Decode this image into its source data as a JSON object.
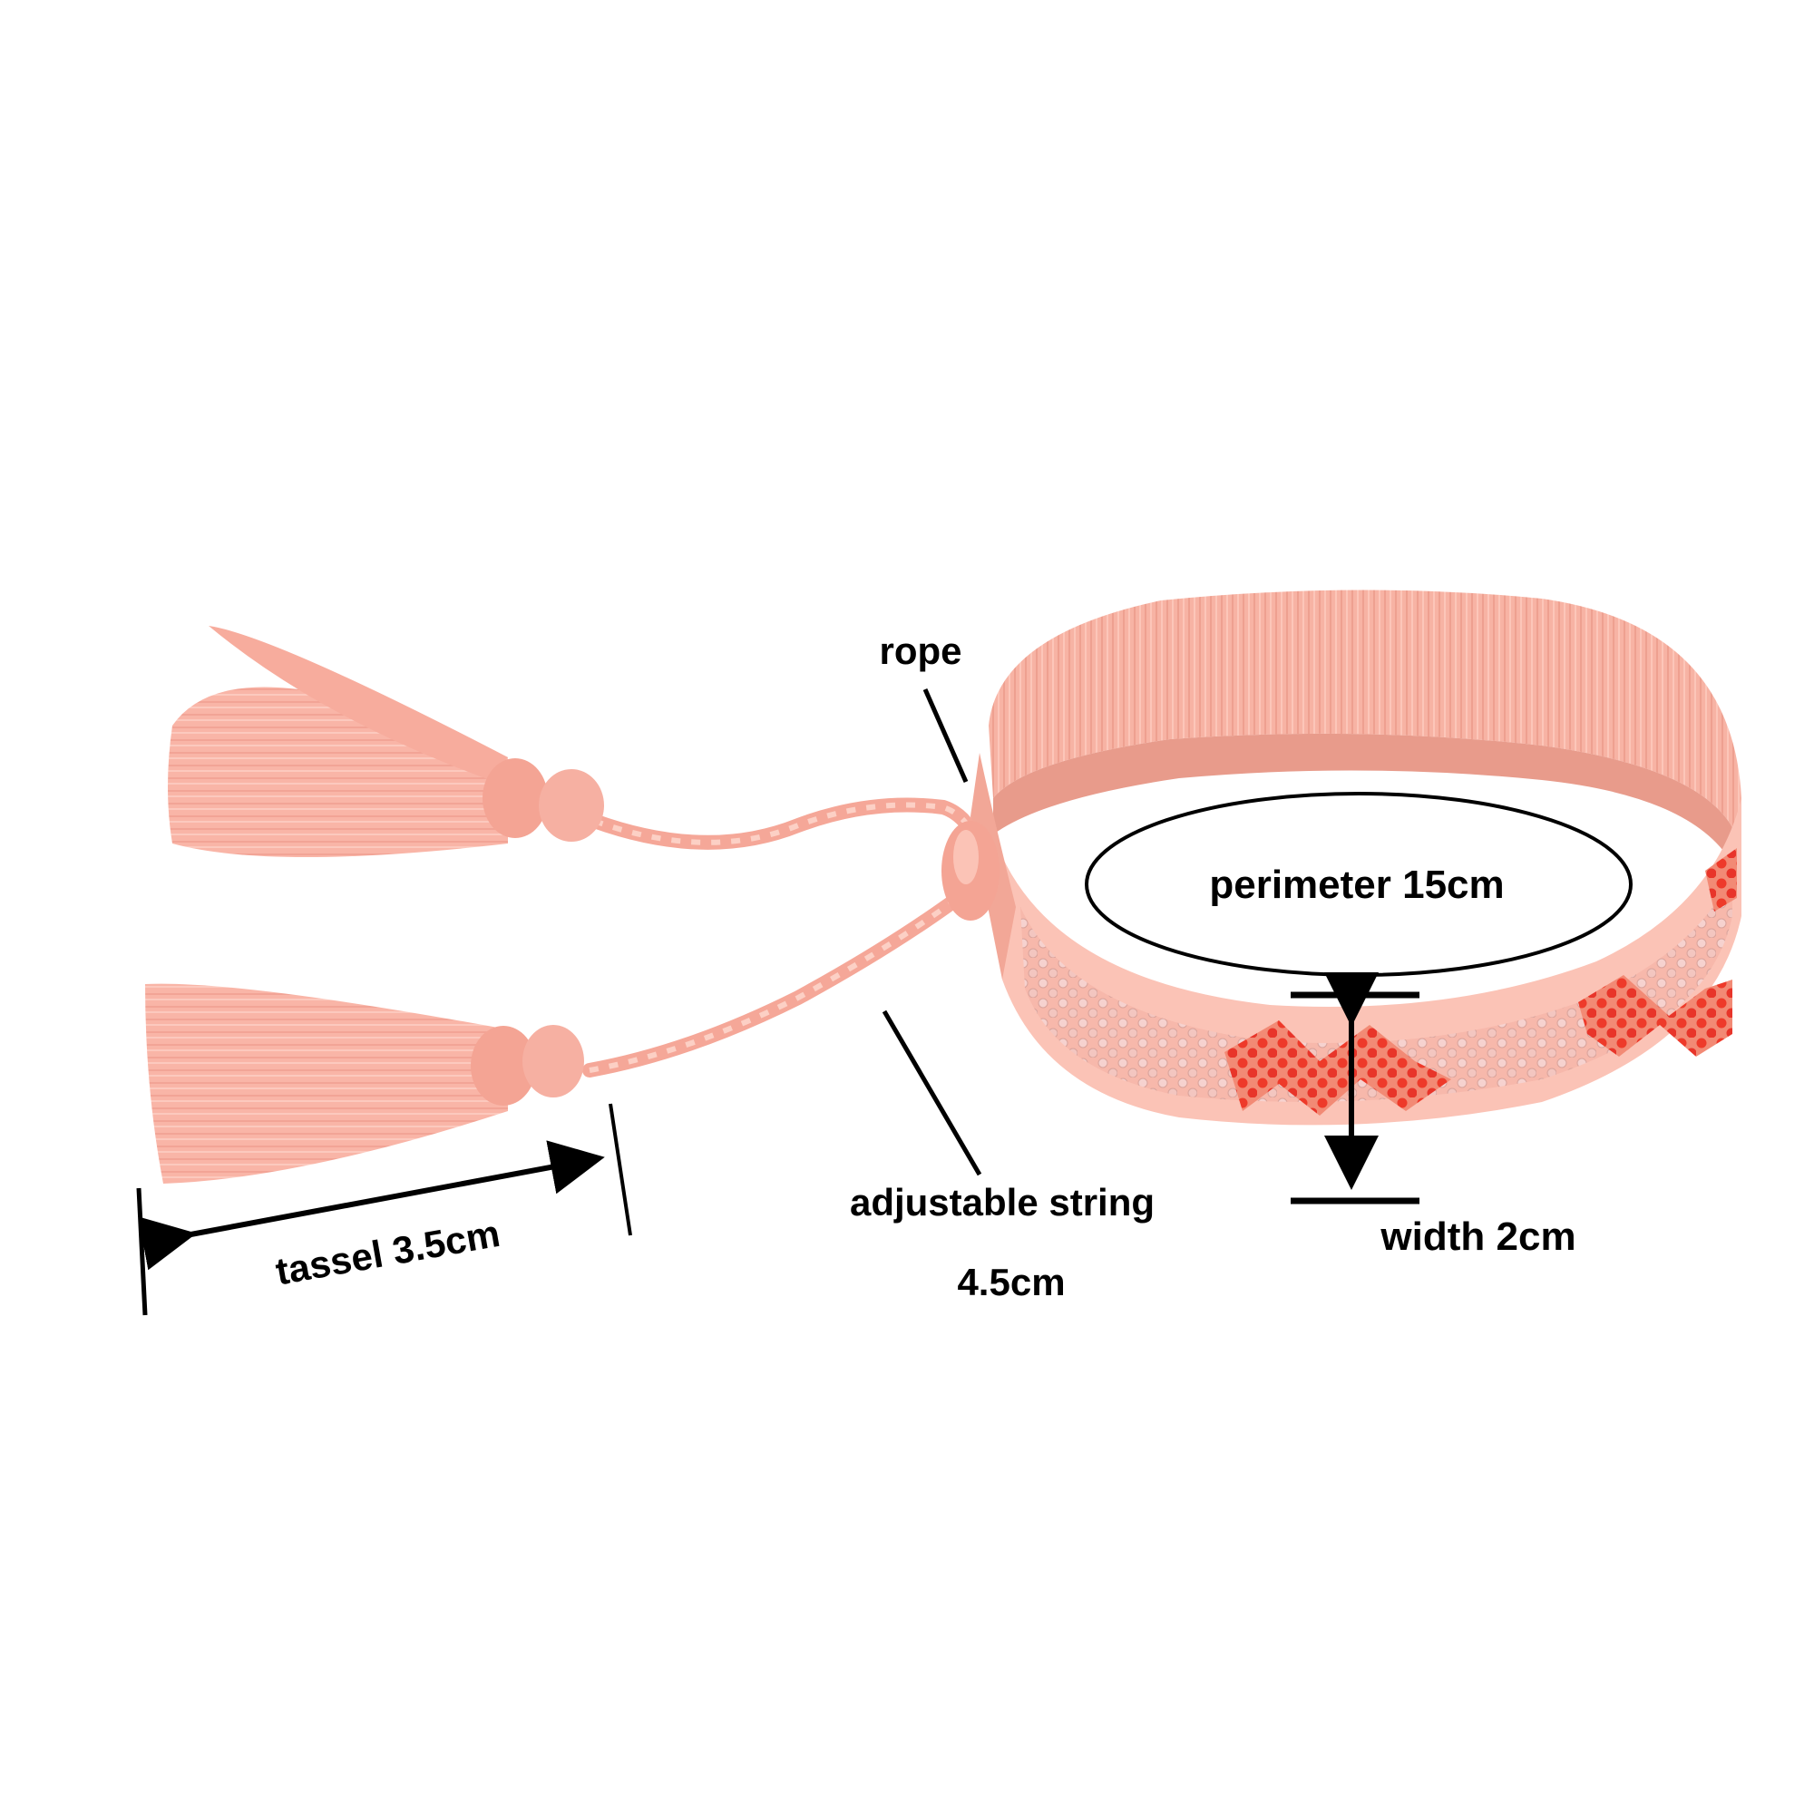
{
  "labels": {
    "rope": "rope",
    "perimeter": "perimeter 15cm",
    "adjustable_string": "adjustable string",
    "adjustable_string_length": "4.5cm",
    "width": "width 2cm",
    "tassel": "tassel 3.5cm"
  },
  "colors": {
    "band_pink": "#f7b3a4",
    "band_light": "#fcc8bb",
    "band_shadow": "#e89b8b",
    "tassel_pink": "#f9b5a7",
    "gem_red": "#ee3a2a",
    "gem_light": "#f6d2cf",
    "annotation": "#000000"
  }
}
